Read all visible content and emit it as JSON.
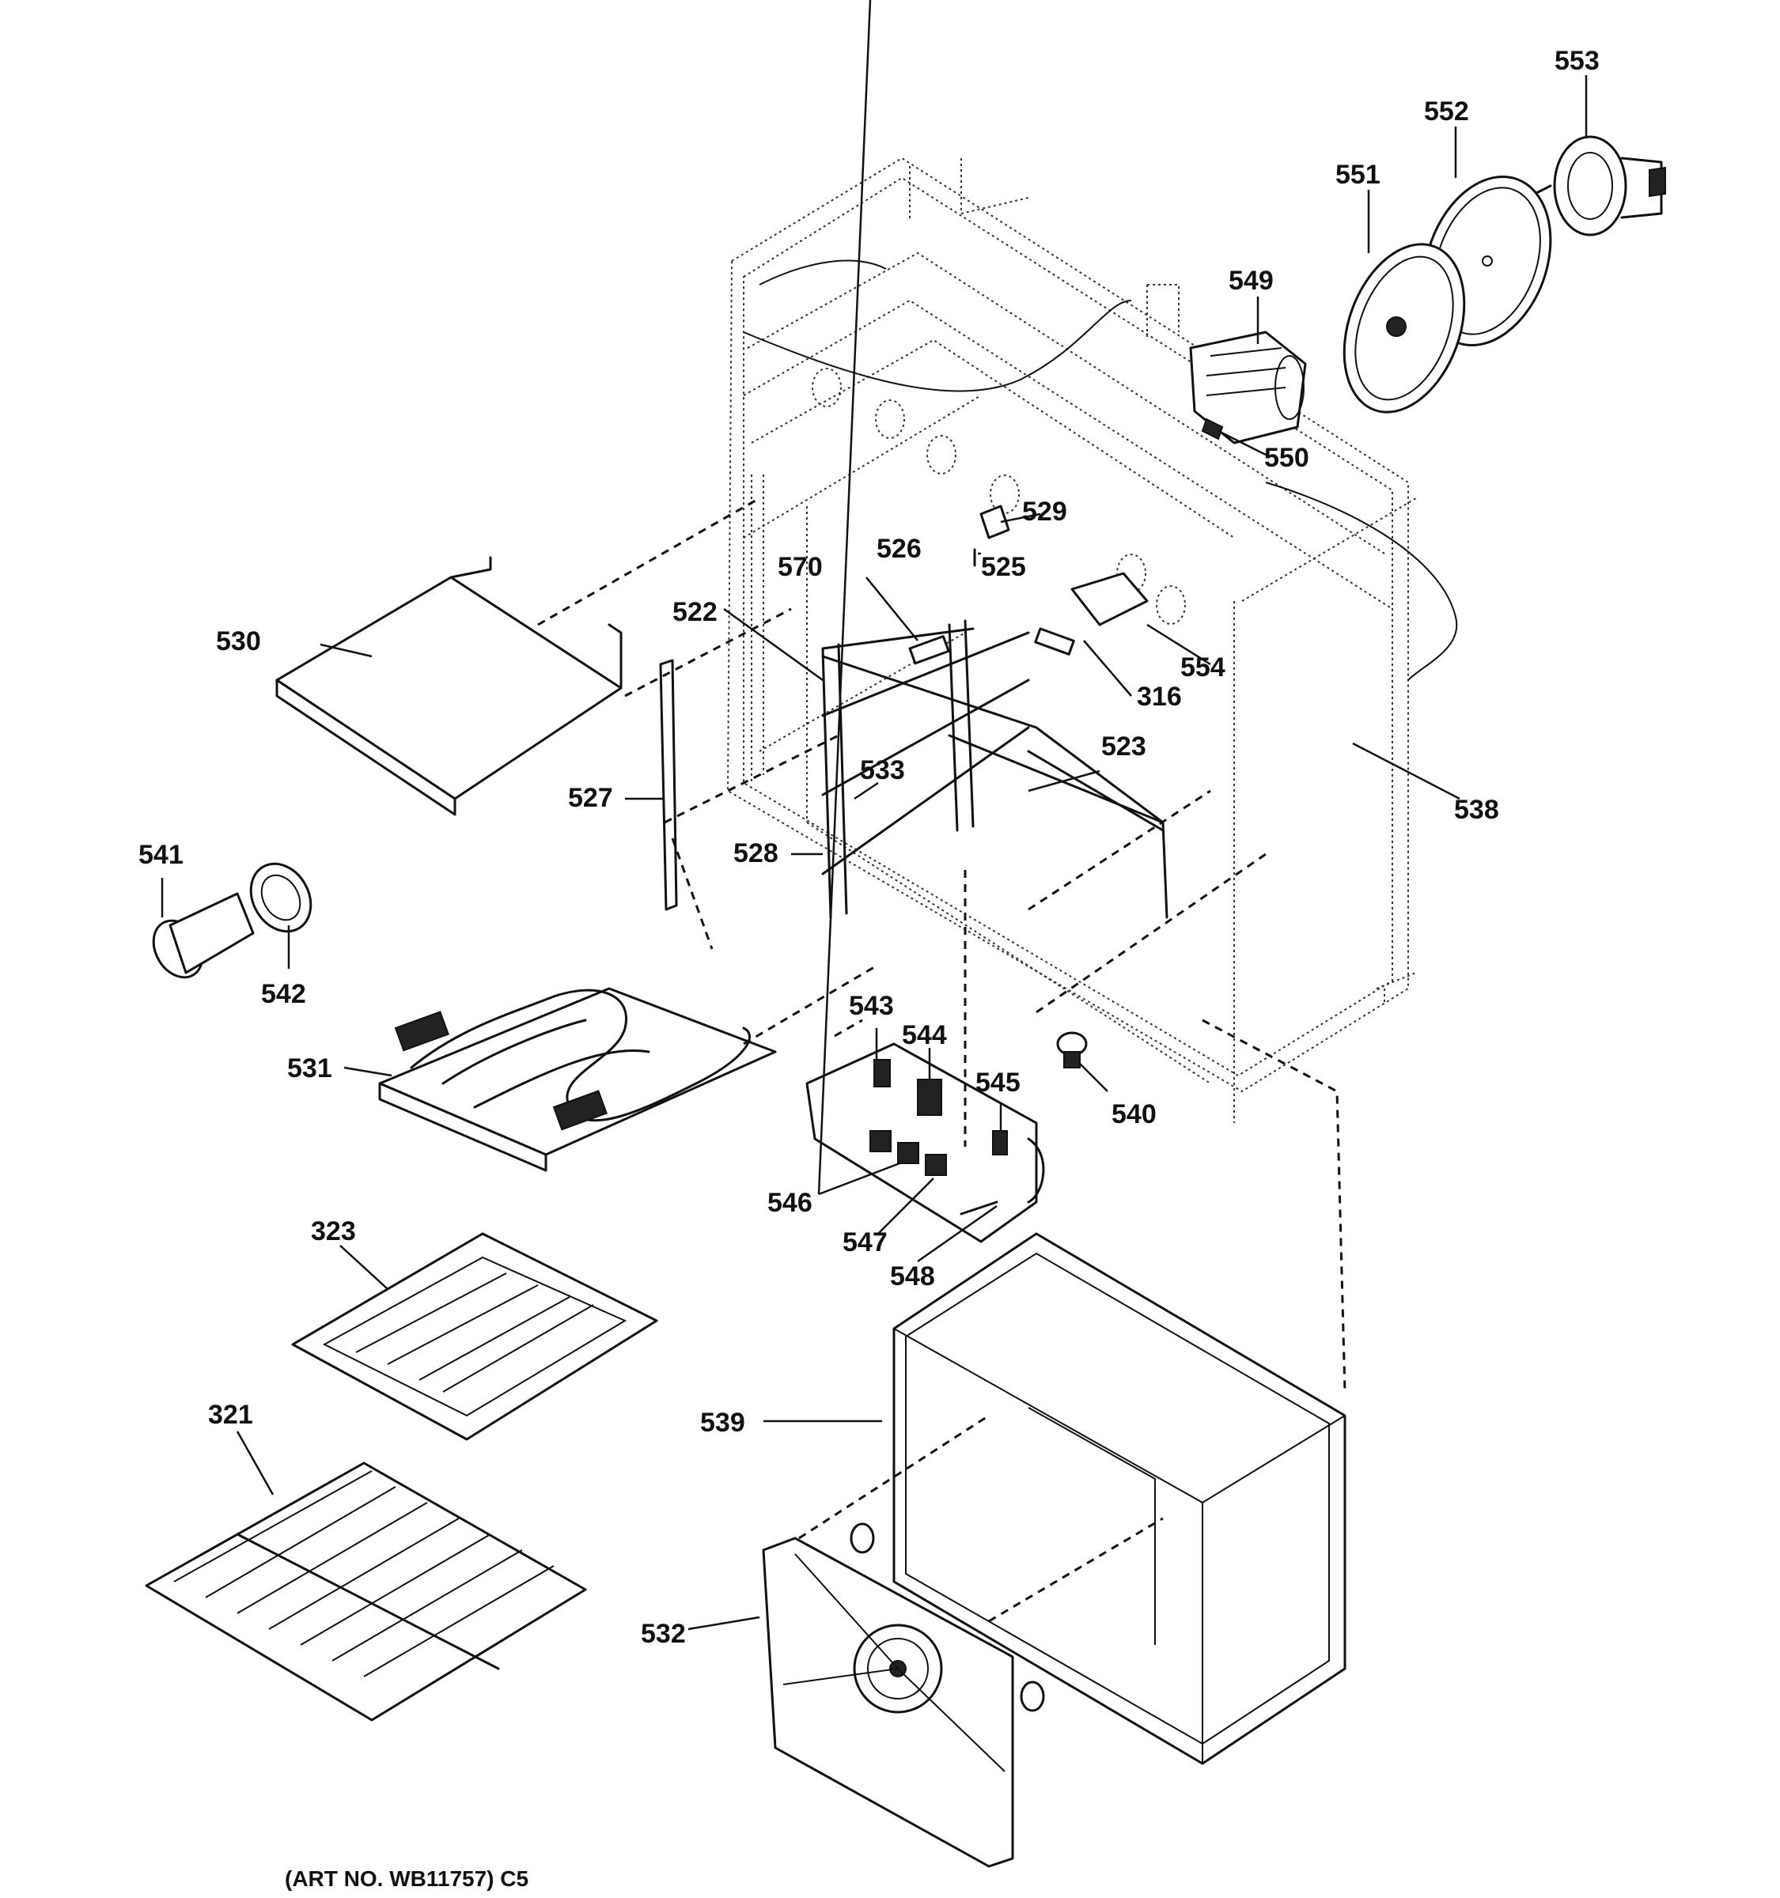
{
  "diagram": {
    "caption": "(ART NO. WB11757) C5",
    "callouts": [
      {
        "id": "553",
        "label": "553"
      },
      {
        "id": "552",
        "label": "552"
      },
      {
        "id": "551",
        "label": "551"
      },
      {
        "id": "549",
        "label": "549"
      },
      {
        "id": "550",
        "label": "550"
      },
      {
        "id": "529",
        "label": "529"
      },
      {
        "id": "526",
        "label": "526"
      },
      {
        "id": "525",
        "label": "525"
      },
      {
        "id": "570",
        "label": "570"
      },
      {
        "id": "522",
        "label": "522"
      },
      {
        "id": "554",
        "label": "554"
      },
      {
        "id": "316",
        "label": "316"
      },
      {
        "id": "530",
        "label": "530"
      },
      {
        "id": "523",
        "label": "523"
      },
      {
        "id": "533",
        "label": "533"
      },
      {
        "id": "527",
        "label": "527"
      },
      {
        "id": "538",
        "label": "538"
      },
      {
        "id": "528",
        "label": "528"
      },
      {
        "id": "541",
        "label": "541"
      },
      {
        "id": "542",
        "label": "542"
      },
      {
        "id": "543",
        "label": "543"
      },
      {
        "id": "544",
        "label": "544"
      },
      {
        "id": "531",
        "label": "531"
      },
      {
        "id": "545",
        "label": "545"
      },
      {
        "id": "540",
        "label": "540"
      },
      {
        "id": "546",
        "label": "546"
      },
      {
        "id": "547",
        "label": "547"
      },
      {
        "id": "548",
        "label": "548"
      },
      {
        "id": "323",
        "label": "323"
      },
      {
        "id": "539",
        "label": "539"
      },
      {
        "id": "321",
        "label": "321"
      },
      {
        "id": "532",
        "label": "532"
      }
    ]
  }
}
